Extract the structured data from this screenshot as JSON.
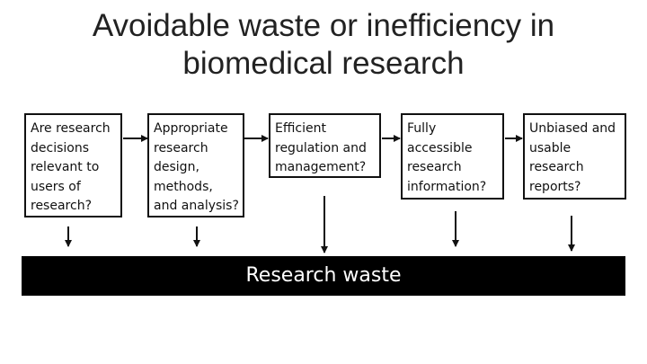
{
  "title": {
    "line1": "Avoidable waste or inefficiency in",
    "line2": "biomedical research"
  },
  "boxes": [
    {
      "text": "Are research\ndecisions\nrelevant to\nusers of\nresearch?"
    },
    {
      "text": "Appropriate\nresearch\ndesign,\nmethods,\nand analysis?"
    },
    {
      "text": "Efficient\nregulation and\nmanagement?"
    },
    {
      "text": "Fully\naccessible\nresearch\ninformation?"
    },
    {
      "text": "Unbiased and\nusable\nresearch\nreports?"
    }
  ],
  "waste_bar": {
    "label": "Research waste"
  },
  "colors": {
    "line": "#111111",
    "bar": "#000000",
    "bar_text": "#ffffff"
  }
}
